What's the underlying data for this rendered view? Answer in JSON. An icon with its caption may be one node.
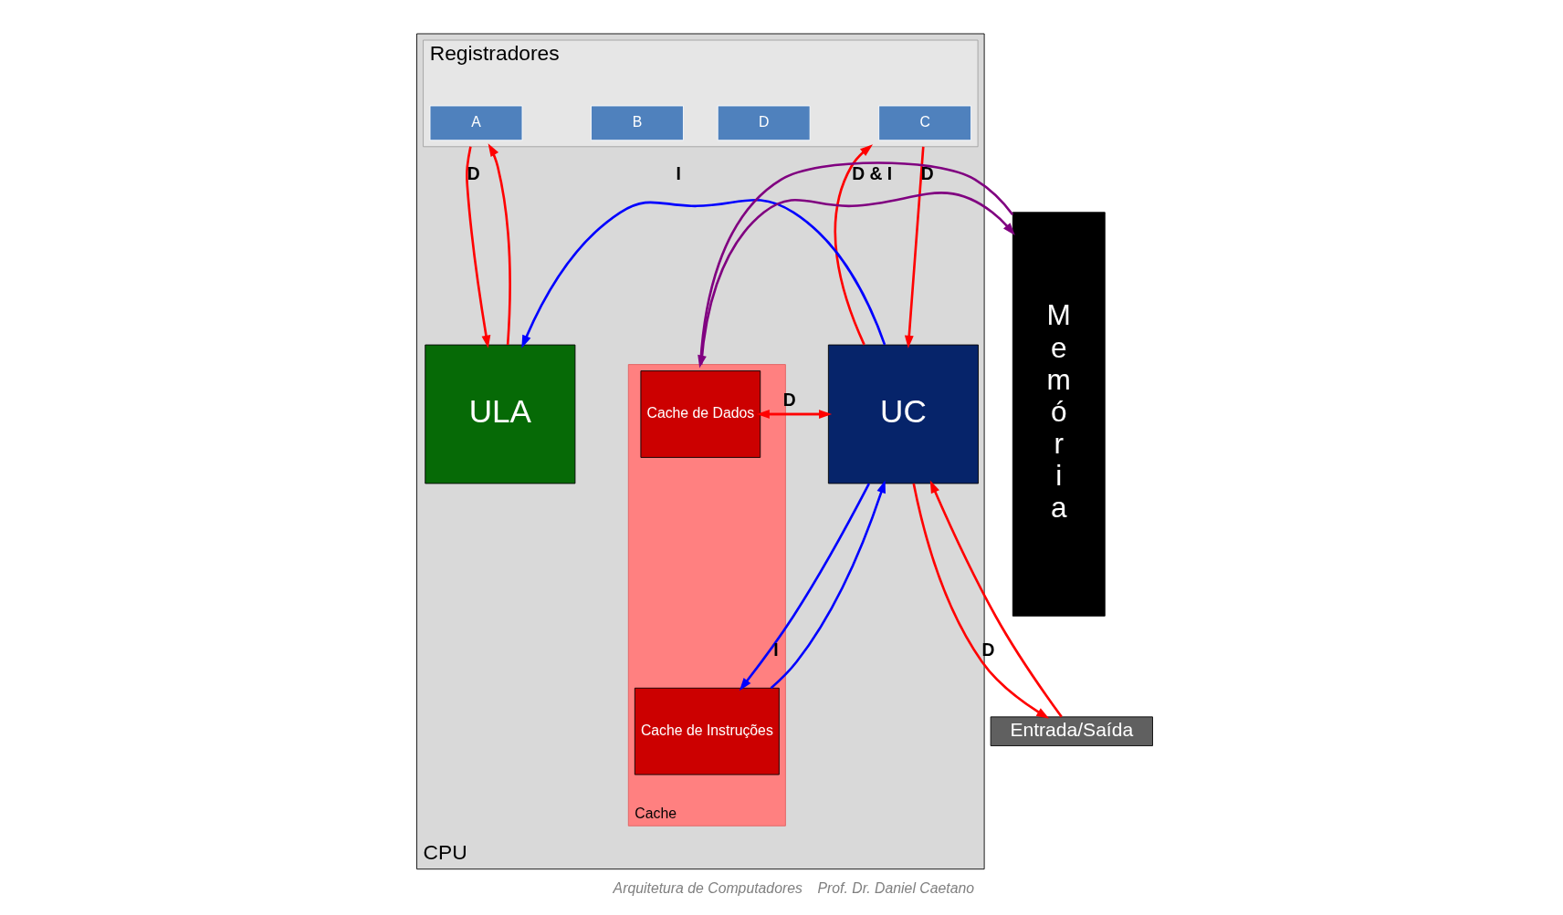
{
  "diagram": {
    "nodes": [
      {
        "text": [
          "CPU"
        ]
      },
      {
        "text": [
          "Registradores"
        ],
        "in": 0
      },
      {
        "text": [
          "A"
        ],
        "in": 1
      },
      {
        "text": [
          "B"
        ],
        "in": 1
      },
      {
        "text": [
          "C"
        ],
        "in": 1
      },
      {
        "text": [
          "D"
        ],
        "in": 1
      },
      {
        "text": [
          "ULA"
        ],
        "in": 0
      },
      {
        "text": [
          "UC"
        ],
        "in": 0
      },
      {
        "text": [
          "Cache"
        ],
        "in": 0
      },
      {
        "text": [
          "Cache de Dados"
        ],
        "in": 8
      },
      {
        "text": [
          "Cache de Instruções"
        ],
        "in": 8
      },
      {
        "text": [
          "Entrada/Saída"
        ]
      },
      {
        "text": [
          "Memória"
        ]
      }
    ],
    "edges": [
      {
        "from": 6,
        "to": 1,
        "arrow": "to"
      },
      {
        "from": 1,
        "to": 6,
        "arrow": "to",
        "label": "D"
      },
      {
        "from": 7,
        "to": 1,
        "arrow": "to"
      },
      {
        "from": 1,
        "to": 7,
        "arrow": "to",
        "label": "D"
      },
      {
        "from": 7,
        "to": 9,
        "arrow": "to",
        "label": "D"
      },
      {
        "from": 9,
        "to": 7,
        "arrow": "to"
      },
      {
        "from": 7,
        "to": 6,
        "arrow": "to",
        "label": "I",
        "color": "#0000ff"
      },
      {
        "from": 7,
        "to": 10,
        "arrow": "to",
        "label": "I",
        "color": "#0000ff"
      },
      {
        "from": 10,
        "to": 7,
        "arrow": "to",
        "color": "#0000ff"
      },
      {
        "from": 8,
        "to": 12,
        "arrow": "to",
        "label": "D & I",
        "color": "#800080"
      },
      {
        "from": 12,
        "to": 8,
        "arrow": "to",
        "color": "#800080"
      },
      {
        "from": 11,
        "to": 7,
        "arrow": "to"
      },
      {
        "from": 7,
        "to": 11,
        "arrow": "to",
        "label": "D"
      }
    ],
    "labels": [
      "Arquitetura de Computadores",
      "Prof. Dr. Daniel Caetano"
    ]
  }
}
